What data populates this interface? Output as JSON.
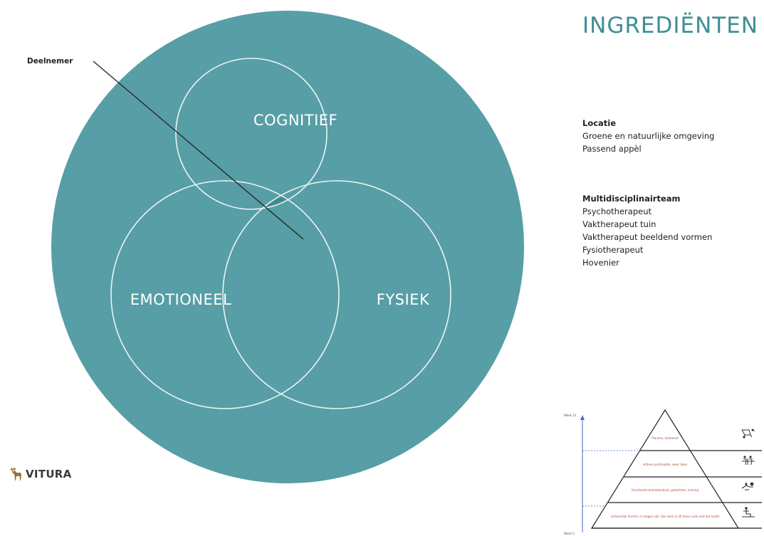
{
  "diagram": {
    "colors": {
      "big_circle": "#579ea6",
      "circle_stroke": "#eaf4f5",
      "center_region": "#3f8a92",
      "title_teal": "#3f8d96"
    },
    "circles": {
      "top": "COGNITIEF",
      "left": "EMOTIONEEL",
      "right": "FYSIEK"
    },
    "callout": "Deelnemer"
  },
  "ingredients": {
    "title": "INGREDIËNTEN",
    "locatie": {
      "heading": "Locatie",
      "items": [
        "Groene en natuurlijke omgeving",
        "Passend appèl"
      ]
    },
    "team": {
      "heading": "Multidisciplinairteam",
      "items": [
        "Psychotherapeut",
        "Vaktherapeut tuin",
        "Vaktherapeut beeldend vormen",
        "Fysiotherapeut",
        "Hovenier"
      ]
    }
  },
  "logo": {
    "text": "VITURA",
    "icon": "deer-icon"
  },
  "pyramid": {
    "axis_top": "Week 12",
    "axis_bottom": "Week 0",
    "levels": [
      {
        "text": "Plannen, toekomst",
        "icon": "wheelbarrow-icon"
      },
      {
        "text": "Actieve participatie, weer doen",
        "icon": "group-work-icon"
      },
      {
        "text": "Emotionele betrokkenheid, gedachten, mening",
        "icon": "gardening-icon"
      },
      {
        "text": "Lichamelijk herstel, er mogen zijn, Van werk je lijf teren rusts met het hoofd",
        "icon": "resting-person-icon"
      }
    ]
  }
}
